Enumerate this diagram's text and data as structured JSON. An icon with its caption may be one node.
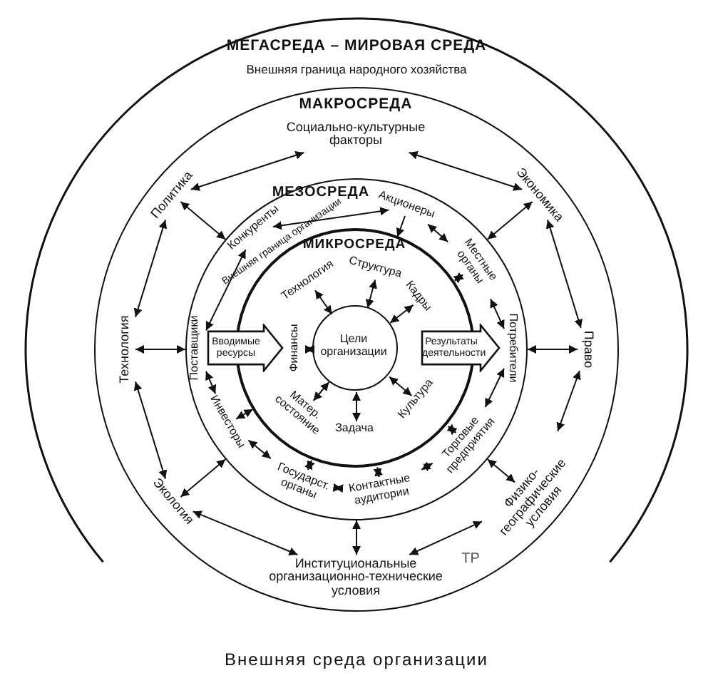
{
  "diagram": {
    "caption": "Внешняя среда организации",
    "nodes": [
      {
        "text": [
          "МЕГАСРЕДА – МИРОВАЯ СРЕДА"
        ]
      },
      {
        "text": [
          "МАКРОСРЕДА"
        ],
        "in": 0
      },
      {
        "text": [
          "МЕЗОСРЕДА"
        ],
        "in": 1
      },
      {
        "text": [
          "МИКРОСРЕДА"
        ],
        "in": 2
      },
      {
        "text": [
          "Цели организации"
        ],
        "in": 3
      },
      {
        "text": [
          "Социально-культурные факторы"
        ],
        "in": 1
      },
      {
        "text": [
          "Экономика"
        ],
        "in": 1
      },
      {
        "text": [
          "Право"
        ],
        "in": 1
      },
      {
        "text": [
          "Физико-географические условия"
        ],
        "in": 1
      },
      {
        "text": [
          "Институциональные организационно-технические условия"
        ],
        "in": 1
      },
      {
        "text": [
          "Экология"
        ],
        "in": 1
      },
      {
        "text": [
          "Технология"
        ],
        "in": 1
      },
      {
        "text": [
          "Политика"
        ],
        "in": 1
      },
      {
        "text": [
          "Конкуренты"
        ],
        "in": 2
      },
      {
        "text": [
          "Акционеры"
        ],
        "in": 2
      },
      {
        "text": [
          "Местные органы"
        ],
        "in": 2
      },
      {
        "text": [
          "Потребители"
        ],
        "in": 2
      },
      {
        "text": [
          "Торговые предприятия"
        ],
        "in": 2
      },
      {
        "text": [
          "Контактные аудитории"
        ],
        "in": 2
      },
      {
        "text": [
          "Государст. органы"
        ],
        "in": 2
      },
      {
        "text": [
          "Инвесторы"
        ],
        "in": 2
      },
      {
        "text": [
          "Поставщики"
        ],
        "in": 2
      },
      {
        "text": [
          "Вводимые ресурсы"
        ],
        "in": 2
      },
      {
        "text": [
          "Результаты деятельности"
        ],
        "in": 2
      },
      {
        "text": [
          "Технология"
        ],
        "in": 3
      },
      {
        "text": [
          "Структура"
        ],
        "in": 3
      },
      {
        "text": [
          "Кадры"
        ],
        "in": 3
      },
      {
        "text": [
          "Культура"
        ],
        "in": 3
      },
      {
        "text": [
          "Задача"
        ],
        "in": 3
      },
      {
        "text": [
          "Матер. состояние"
        ],
        "in": 3
      },
      {
        "text": [
          "Финансы"
        ],
        "in": 3
      }
    ],
    "edges": [
      {
        "from": 5,
        "to": 6,
        "arrow": "both"
      },
      {
        "from": 6,
        "to": 7,
        "arrow": "both"
      },
      {
        "from": 7,
        "to": 8,
        "arrow": "both"
      },
      {
        "from": 8,
        "to": 9,
        "arrow": "both"
      },
      {
        "from": 9,
        "to": 10,
        "arrow": "both"
      },
      {
        "from": 10,
        "to": 11,
        "arrow": "both"
      },
      {
        "from": 11,
        "to": 12,
        "arrow": "both"
      },
      {
        "from": 12,
        "to": 5,
        "arrow": "both"
      },
      {
        "from": 2,
        "to": 12,
        "arrow": "both"
      },
      {
        "from": 2,
        "to": 11,
        "arrow": "both"
      },
      {
        "from": 2,
        "to": 10,
        "arrow": "both"
      },
      {
        "from": 2,
        "to": 9,
        "arrow": "both"
      },
      {
        "from": 2,
        "to": 8,
        "arrow": "both"
      },
      {
        "from": 2,
        "to": 7,
        "arrow": "both"
      },
      {
        "from": 2,
        "to": 6,
        "arrow": "both"
      },
      {
        "from": 13,
        "to": 14,
        "arrow": "both"
      },
      {
        "from": 14,
        "to": 15,
        "arrow": "both"
      },
      {
        "from": 15,
        "to": 16,
        "arrow": "both"
      },
      {
        "from": 16,
        "to": 17,
        "arrow": "both"
      },
      {
        "from": 17,
        "to": 18,
        "arrow": "both"
      },
      {
        "from": 18,
        "to": 19,
        "arrow": "both"
      },
      {
        "from": 19,
        "to": 20,
        "arrow": "both"
      },
      {
        "from": 20,
        "to": 21,
        "arrow": "both"
      },
      {
        "from": 21,
        "to": 13,
        "arrow": "both"
      },
      {
        "from": 14,
        "to": 3,
        "arrow": "to"
      },
      {
        "from": 15,
        "to": 3,
        "arrow": "both"
      },
      {
        "from": 17,
        "to": 3,
        "arrow": "both"
      },
      {
        "from": 18,
        "to": 3,
        "arrow": "both"
      },
      {
        "from": 19,
        "to": 3,
        "arrow": "both"
      },
      {
        "from": 20,
        "to": 3,
        "arrow": "both"
      },
      {
        "from": 24,
        "to": 4,
        "arrow": "both"
      },
      {
        "from": 25,
        "to": 4,
        "arrow": "both"
      },
      {
        "from": 26,
        "to": 4,
        "arrow": "both"
      },
      {
        "from": 27,
        "to": 4,
        "arrow": "both"
      },
      {
        "from": 28,
        "to": 4,
        "arrow": "both"
      },
      {
        "from": 29,
        "to": 4,
        "arrow": "both"
      },
      {
        "from": 30,
        "to": 4,
        "arrow": "both"
      }
    ],
    "labels": [
      "Внешняя граница народного хозяйства",
      "Внешняя граница организации",
      "ТР"
    ]
  }
}
